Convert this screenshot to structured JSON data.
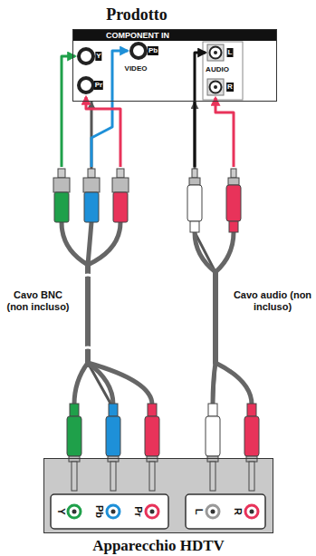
{
  "diagram": {
    "nodes": [
      {
        "text": [
          "Prodotto",
          "COMPONENT IN"
        ]
      },
      {
        "text": [
          "Apparecchio HDTV"
        ]
      }
    ],
    "edges": [
      {
        "from": 1,
        "to": 0,
        "arrow": "to",
        "label": "Cavo BNC (non incluso)"
      },
      {
        "from": 1,
        "to": 0,
        "arrow": "to",
        "label": "Cavo audio (non incluso)"
      }
    ],
    "labels": [
      "Y",
      "Pb",
      "Pr",
      "VIDEO",
      "L",
      "AUDIO",
      "R",
      "Y",
      "Pb",
      "Pr",
      "L",
      "R"
    ]
  }
}
